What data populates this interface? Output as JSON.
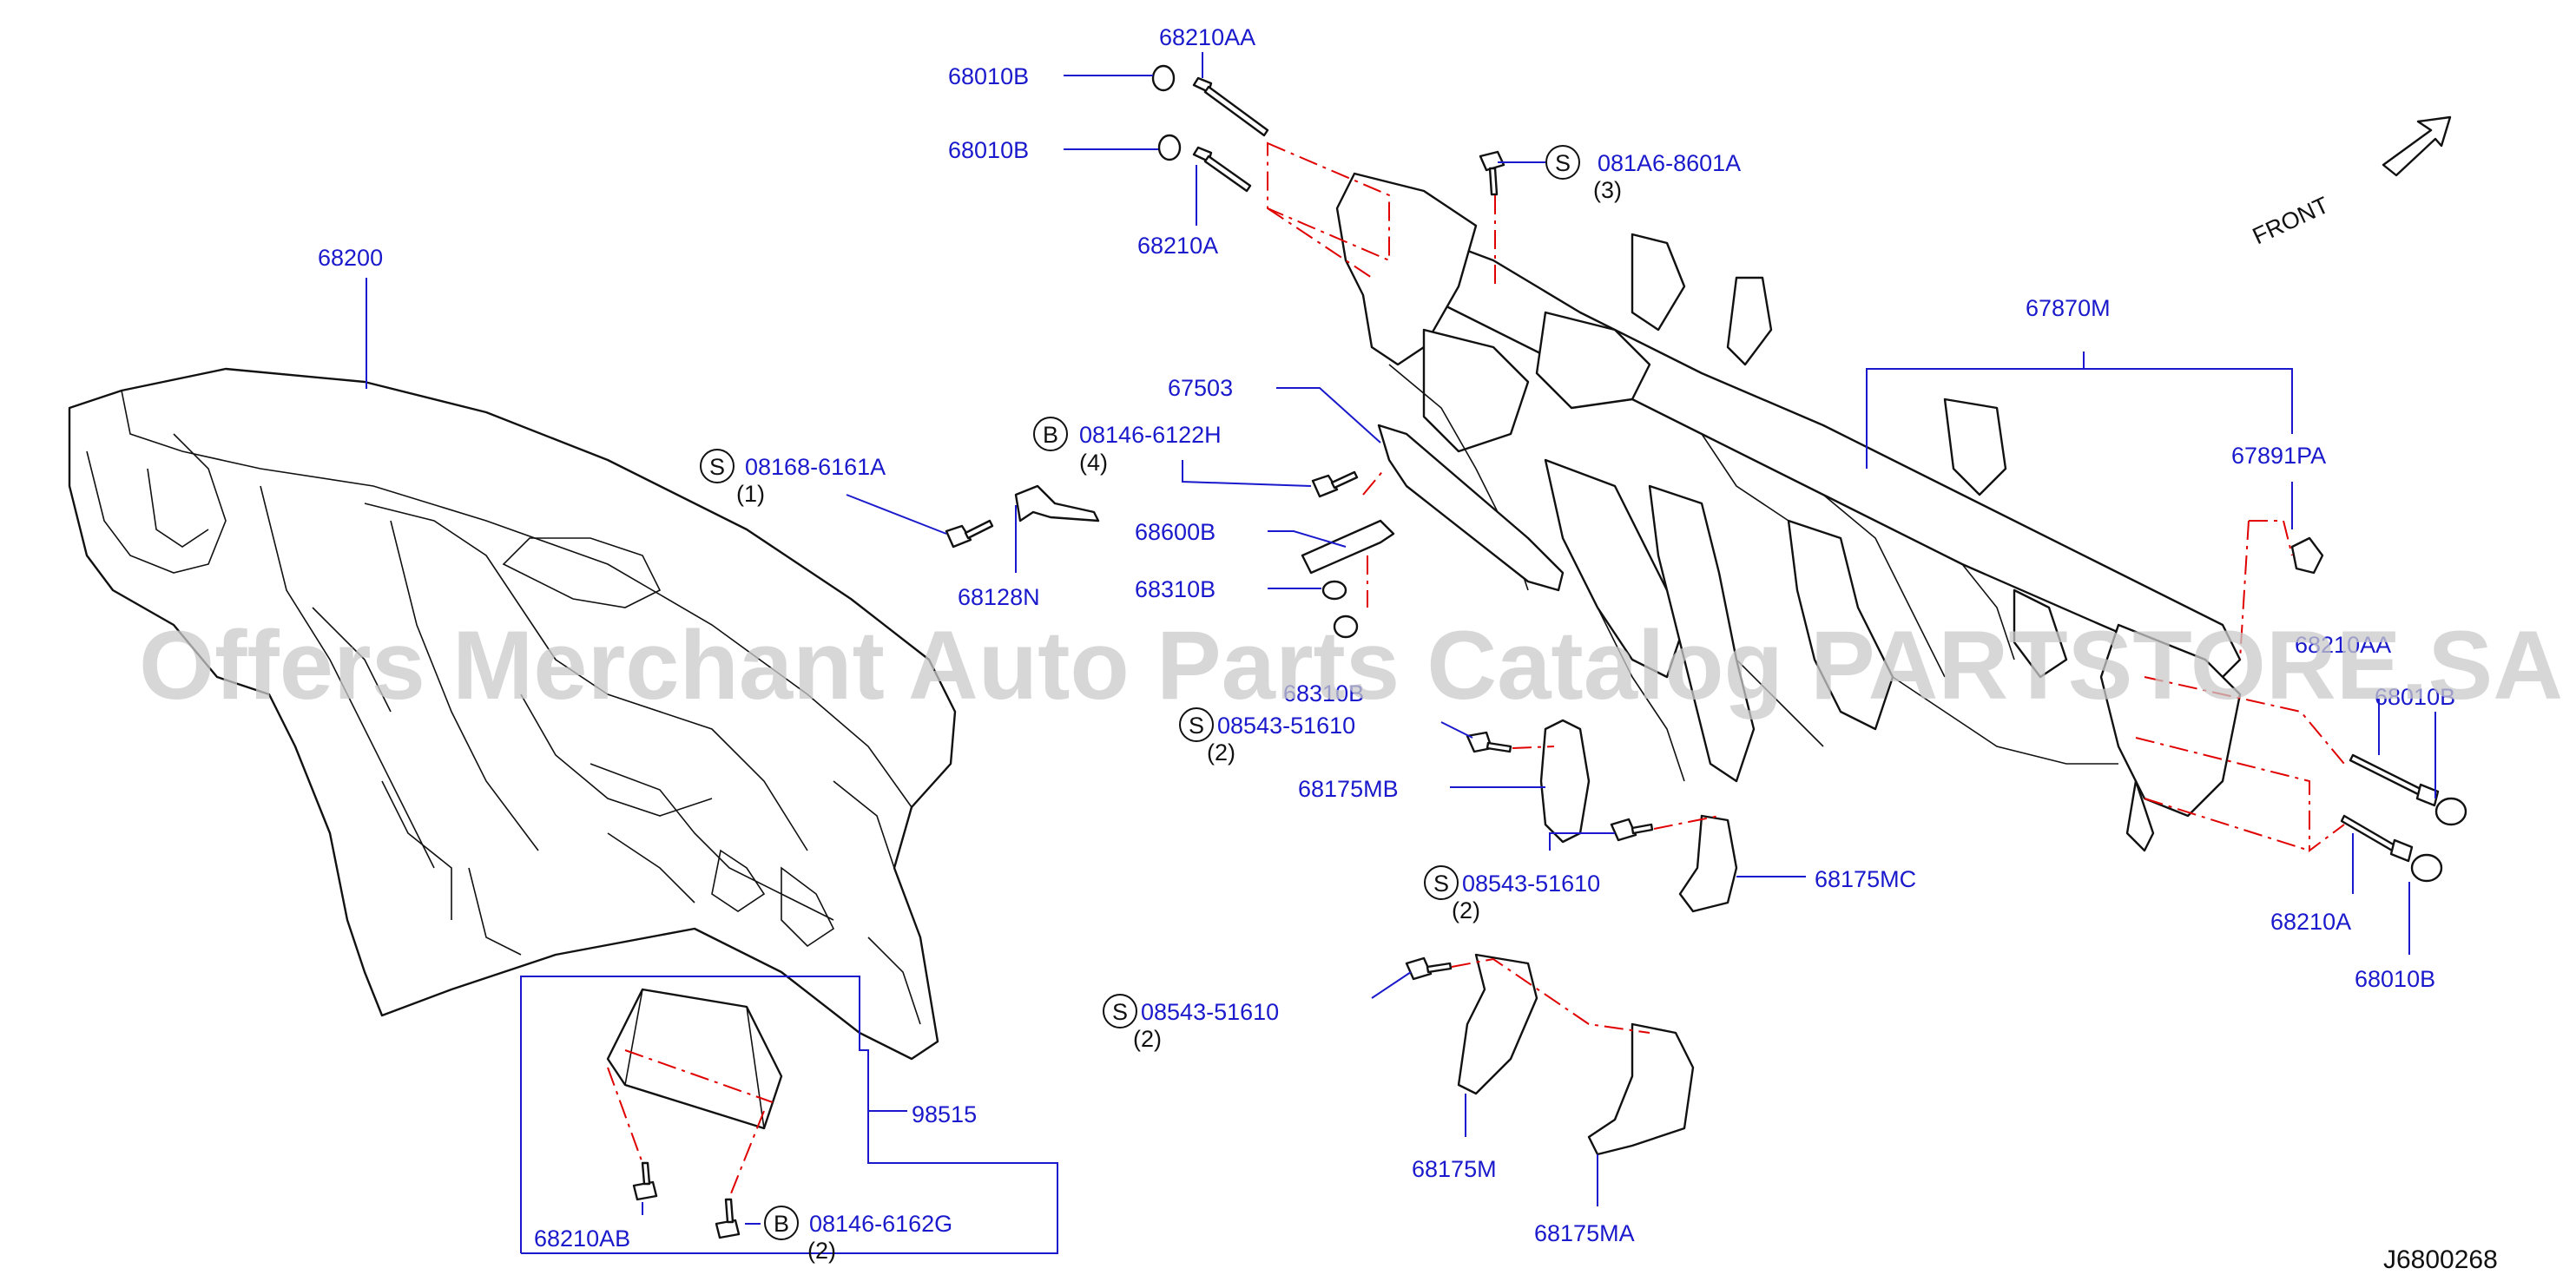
{
  "diagram_id": "J6800268",
  "watermark": "Offers Merchant Auto Parts Catalog PARTSTORE.SA",
  "front_label": "FRONT",
  "colors": {
    "label": "#1a1acc",
    "leader": "#1a1acc",
    "centerline": "#e00000",
    "lines": "#111111",
    "watermark": "#c9c9c9"
  },
  "parts": {
    "p68210AA_top": "68210AA",
    "p68010B_1": "68010B",
    "p68010B_2": "68010B",
    "p68210A_top": "68210A",
    "p081A6": "081A6-8601A",
    "p081A6_qty": "(3)",
    "p68200": "68200",
    "p67870M": "67870M",
    "p67891PA": "67891PA",
    "p67503": "67503",
    "p08146_6122H": "08146-6122H",
    "p08146_6122H_qty": "(4)",
    "p08168": "08168-6161A",
    "p08168_qty": "(1)",
    "p68128N": "68128N",
    "p68600B": "68600B",
    "p68310B_1": "68310B",
    "p68310B_2": "68310B",
    "p08543_1": "08543-51610",
    "p08543_1_qty": "(2)",
    "p68175MB": "68175MB",
    "p08543_2": "08543-51610",
    "p08543_2_qty": "(2)",
    "p68175MC": "68175MC",
    "p08543_3": "08543-51610",
    "p08543_3_qty": "(2)",
    "p68175M": "68175M",
    "p68175MA": "68175MA",
    "p98515": "98515",
    "p68210AB": "68210AB",
    "p08146_6162G": "08146-6162G",
    "p08146_6162G_qty": "(2)",
    "p68210AA_right": "68210AA",
    "p68010B_right1": "68010B",
    "p68210A_right": "68210A",
    "p68010B_right2": "68010B"
  },
  "markers": {
    "s": "S",
    "b": "B"
  }
}
